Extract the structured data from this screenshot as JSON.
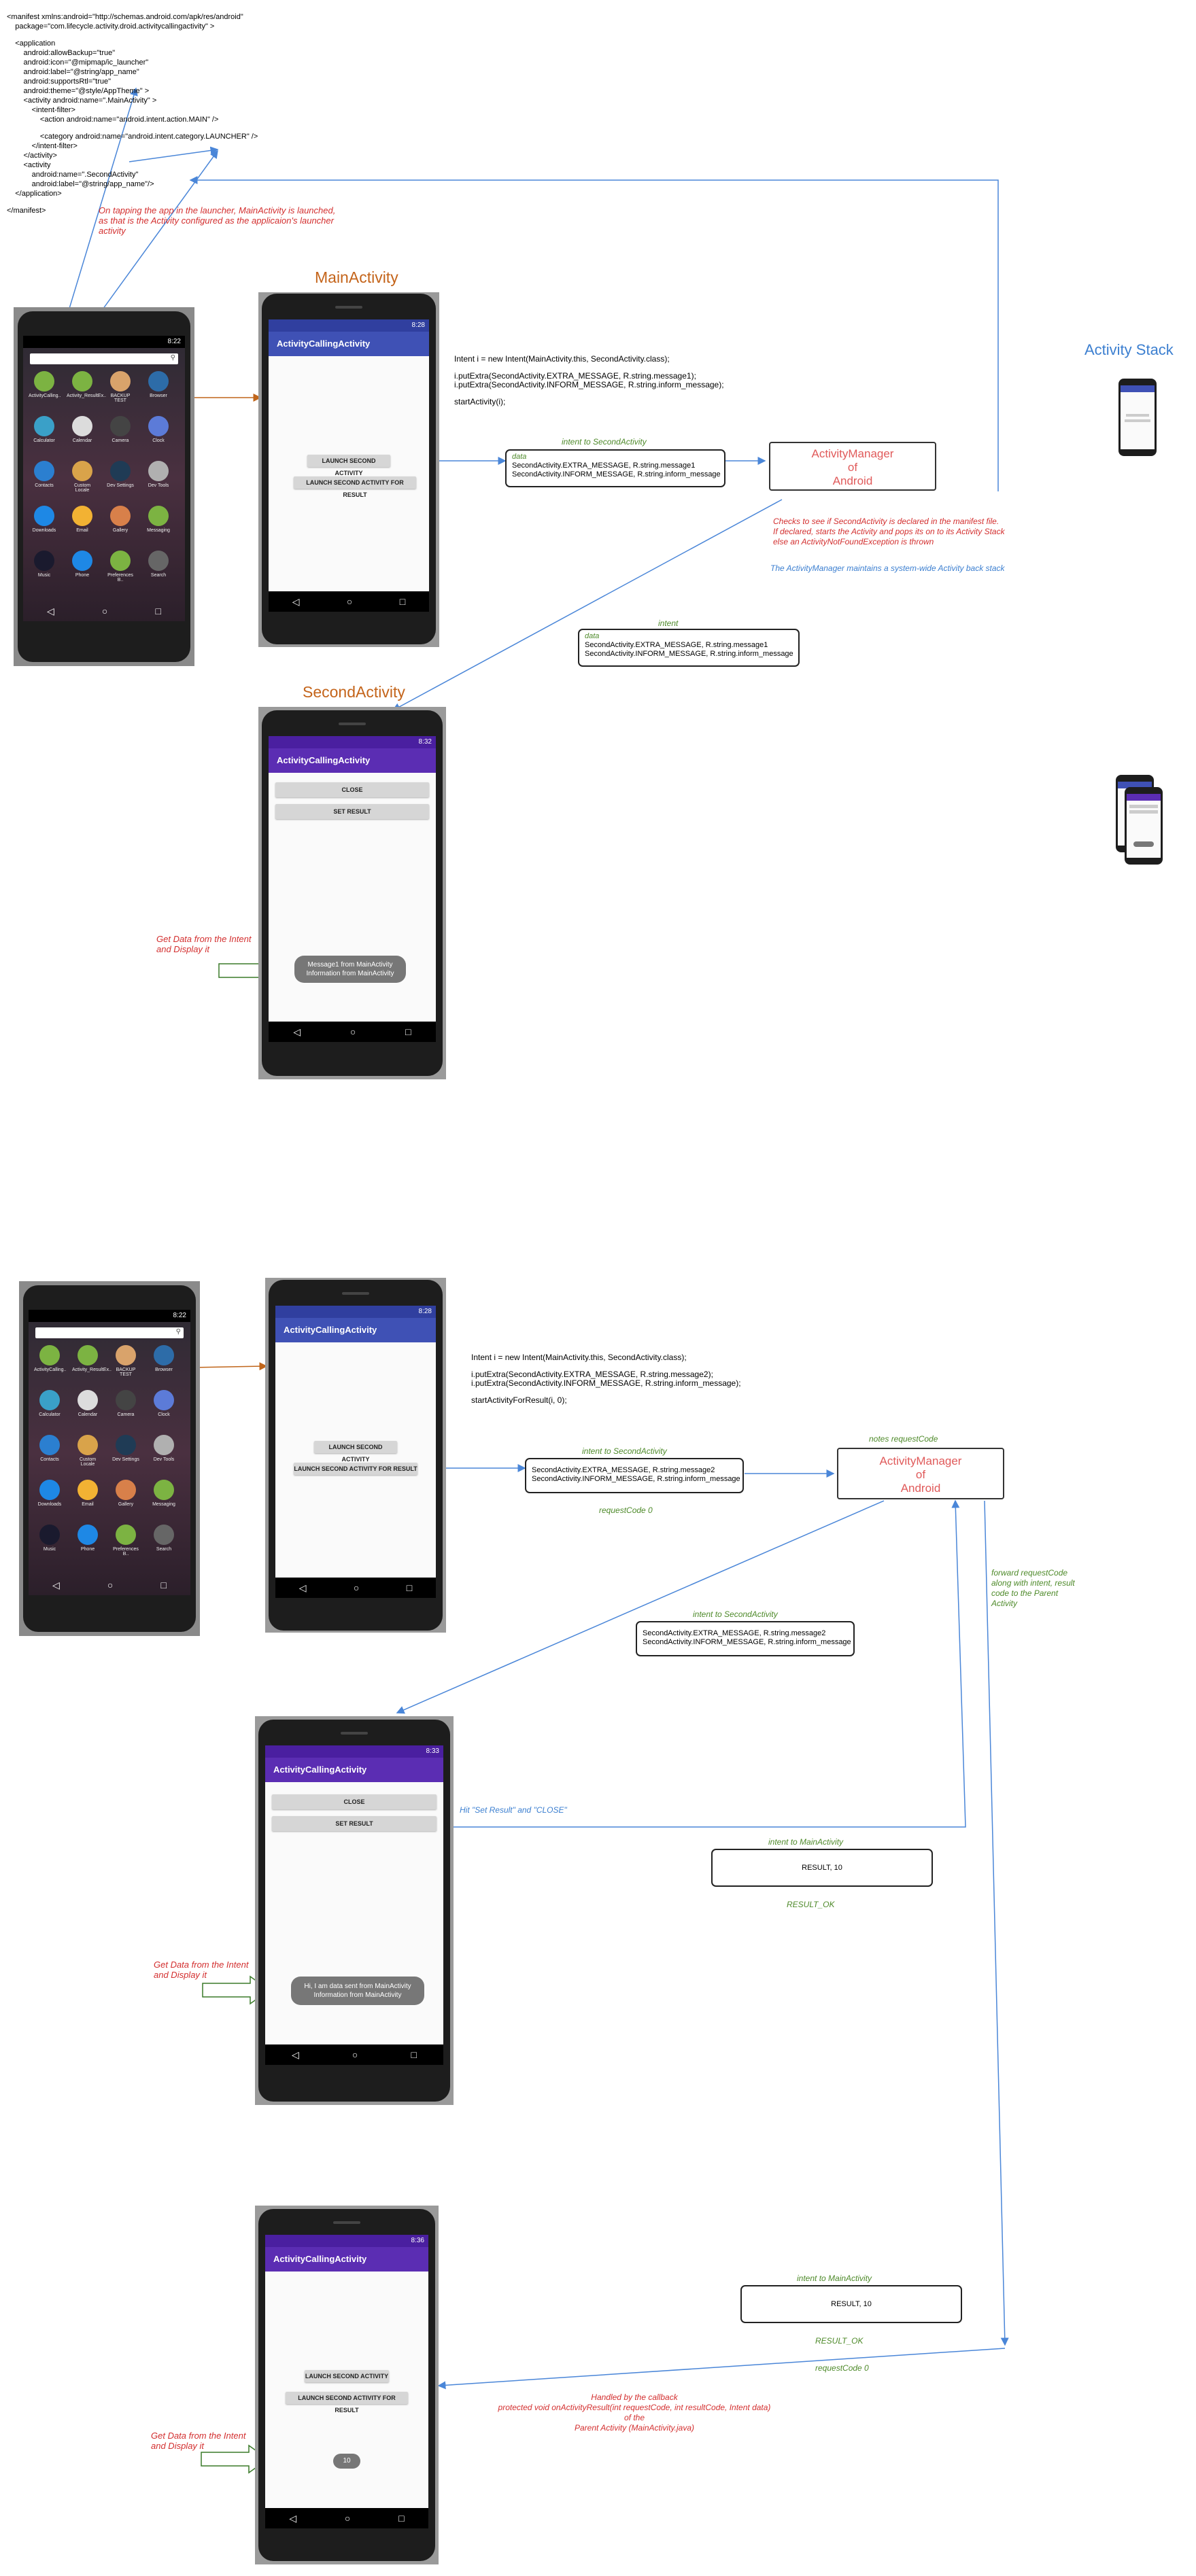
{
  "manifest": {
    "lines": [
      "<manifest xmlns:android=\"http://schemas.android.com/apk/res/android\"",
      "    package=\"com.lifecycle.activity.droid.activitycallingactivity\" >",
      "",
      "    <application",
      "        android:allowBackup=\"true\"",
      "        android:icon=\"@mipmap/ic_launcher\"",
      "        android:label=\"@string/app_name\"",
      "        android:supportsRtl=\"true\"",
      "        android:theme=\"@style/AppTheme\" >",
      "        <activity android:name=\".MainActivity\" >",
      "            <intent-filter>",
      "                <action android:name=\"android.intent.action.MAIN\" />",
      "",
      "                <category android:name=\"android.intent.category.LAUNCHER\" />",
      "            </intent-filter>",
      "        </activity>",
      "        <activity",
      "            android:name=\".SecondActivity\"",
      "            android:label=\"@string/app_name\"/>",
      "    </application>",
      "",
      "</manifest>"
    ]
  },
  "notes": {
    "launcher_note": [
      "On tapping the app in the launcher, MainActivity is launched,",
      "as that is the Activity configured as the applicaion's launcher",
      "activity"
    ],
    "main_activity_title": "MainActivity",
    "second_activity_title": "SecondActivity",
    "activity_stack_title": "Activity Stack",
    "checks_note": [
      "Checks to see if SecondActivity is declared in the manifest file.",
      "If declared, starts the Activity and pops its on to its Activity Stack",
      "else an ActivityNotFoundException is thrown"
    ],
    "stack_note": "The ActivityManager maintains a system-wide Activity back stack",
    "get_data_1": [
      "Get Data from the Intent",
      "and Display it"
    ],
    "get_data_2": [
      "Get Data from the Intent",
      "and Display it"
    ],
    "get_data_3": [
      "Get Data from the Intent",
      "and Display it"
    ],
    "notes_request_code": "notes requestCode",
    "forward_note": [
      "forward requestCode",
      "along with intent, result",
      "code to the Parent",
      "Activity"
    ],
    "hit_set_result": "Hit \"Set Result\" and \"CLOSE\"",
    "request_code_0_a": "requestCode 0",
    "request_code_0_b": "requestCode 0",
    "result_ok_a": "RESULT_OK",
    "result_ok_b": "RESULT_OK",
    "callback_note": [
      "Handled by the callback",
      "protected void onActivityResult(int requestCode, int resultCode, Intent data)",
      "of the",
      "Parent Activity (MainActivity.java)"
    ]
  },
  "code1": {
    "lines": [
      "Intent i = new Intent(MainActivity.this, SecondActivity.class);",
      "",
      "i.putExtra(SecondActivity.EXTRA_MESSAGE, R.string.message1);",
      "i.putExtra(SecondActivity.INFORM_MESSAGE, R.string.inform_message);",
      "",
      "startActivity(i);"
    ]
  },
  "code2": {
    "lines": [
      "Intent i = new Intent(MainActivity.this, SecondActivity.class);",
      "",
      "i.putExtra(SecondActivity.EXTRA_MESSAGE, R.string.message2);",
      "i.putExtra(SecondActivity.INFORM_MESSAGE, R.string.inform_message);",
      "",
      "startActivityForResult(i, 0);"
    ]
  },
  "intents": {
    "intent1": {
      "label": "intent to SecondActivity",
      "data_label": "data",
      "lines": [
        "SecondActivity.EXTRA_MESSAGE, R.string.message1",
        "SecondActivity.INFORM_MESSAGE, R.string.inform_message"
      ]
    },
    "intent1b": {
      "label": "intent",
      "data_label": "data",
      "lines": [
        "SecondActivity.EXTRA_MESSAGE, R.string.message1",
        "SecondActivity.INFORM_MESSAGE, R.string.inform_message"
      ]
    },
    "intent2": {
      "label": "intent to SecondActivity",
      "lines": [
        "SecondActivity.EXTRA_MESSAGE, R.string.message2",
        "SecondActivity.INFORM_MESSAGE, R.string.inform_message"
      ]
    },
    "intent2b": {
      "label": "intent to SecondActivity",
      "lines": [
        "SecondActivity.EXTRA_MESSAGE, R.string.message2",
        "SecondActivity.INFORM_MESSAGE, R.string.inform_message"
      ]
    },
    "result1": {
      "label": "intent to MainActivity",
      "value": "RESULT, 10"
    },
    "result2": {
      "label": "intent to MainActivity",
      "value": "RESULT, 10"
    }
  },
  "activity_manager": {
    "lines": [
      "ActivityManager",
      "of",
      "Android"
    ]
  },
  "phones": {
    "app_title": "ActivityCallingActivity",
    "time_1": "8:22",
    "time_2": "8:28",
    "time_3": "8:32",
    "time_4": "8:22",
    "time_5": "8:28",
    "time_6": "8:33",
    "time_7": "8:36",
    "launch_second": "LAUNCH SECOND ACTIVITY",
    "launch_for_result": "LAUNCH SECOND ACTIVITY FOR RESULT",
    "close": "CLOSE",
    "set_result": "SET RESULT",
    "toast_1": [
      "Message1 from MainActivity",
      "Information from MainActivity"
    ],
    "toast_2": [
      "Hi, I am data sent from MainActivity",
      "Information from MainActivity"
    ],
    "toast_3": "10",
    "launcher_apps": [
      "ActivityCalling..",
      "Activity_ResultEx..",
      "BACKUP TEST",
      "Browser",
      "Calculator",
      "Calendar",
      "Camera",
      "Clock",
      "Contacts",
      "Custom Locale",
      "Dev Settings",
      "Dev Tools",
      "Downloads",
      "Email",
      "Gallery",
      "Messaging",
      "Music",
      "Phone",
      "Preferences B..",
      "Search"
    ]
  },
  "colors": {
    "indigo": "#3f51b5",
    "purple": "#5b2db3",
    "arrow_blue": "#4a86d8",
    "arrow_orange": "#c0651a",
    "note_red": "#d32f2f",
    "note_green": "#4e8a2a"
  }
}
